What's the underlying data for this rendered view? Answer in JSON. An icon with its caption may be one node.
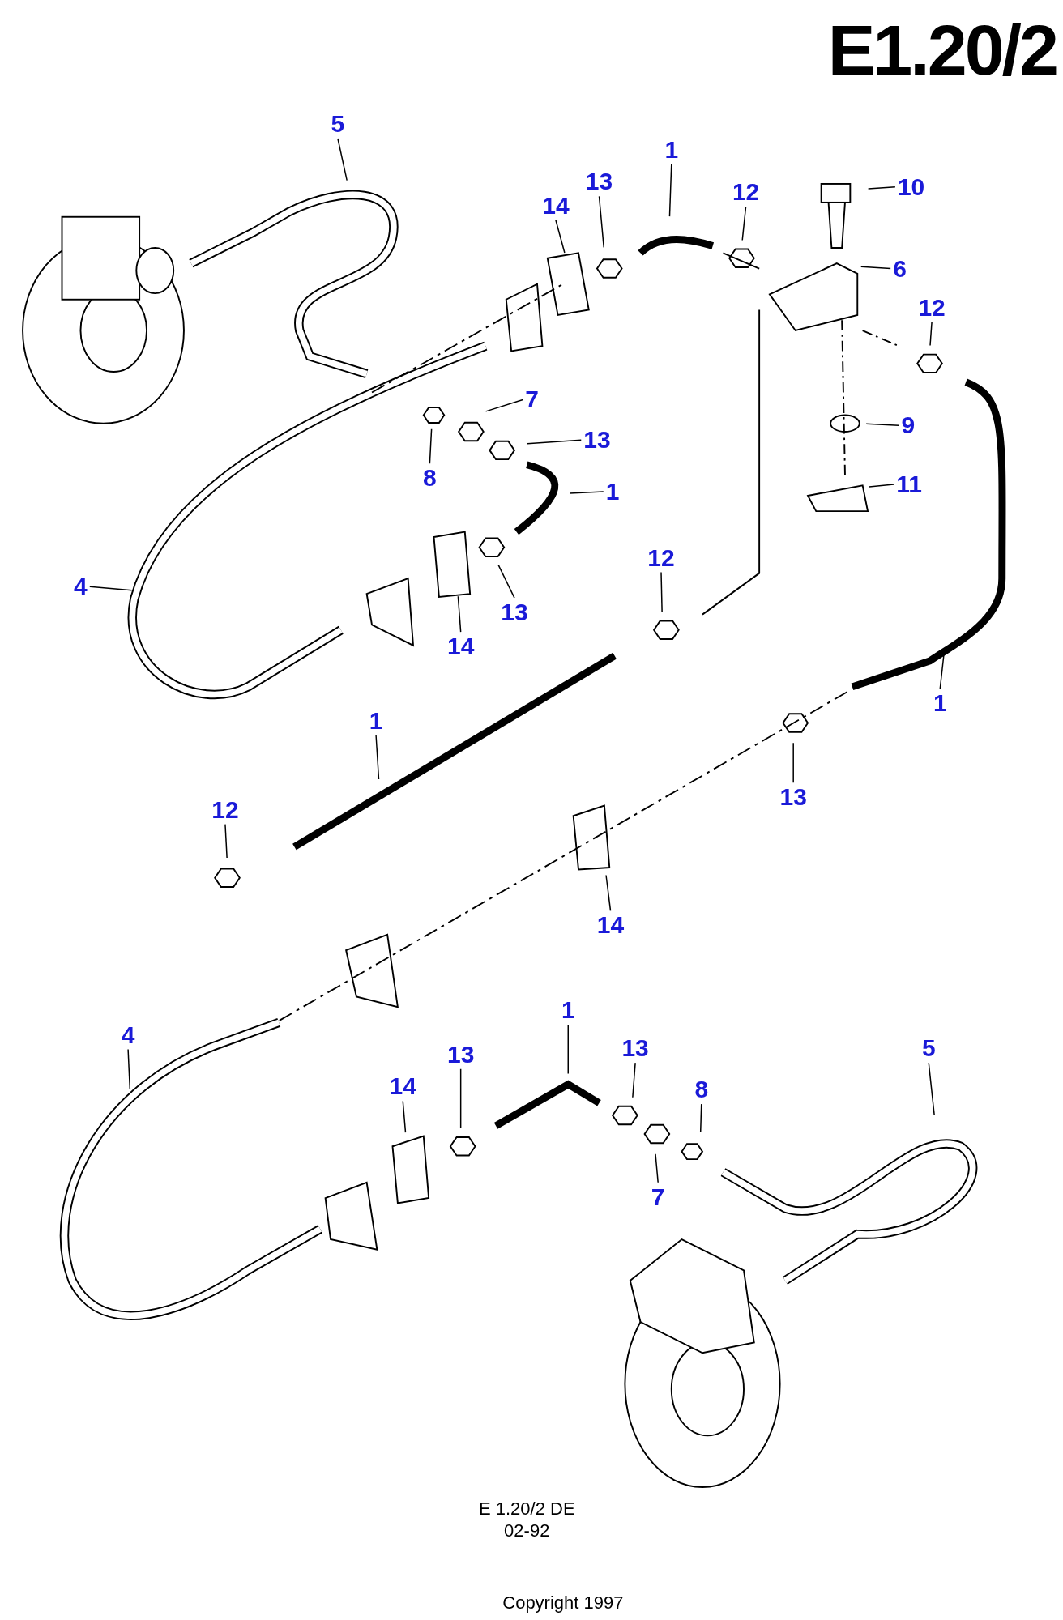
{
  "diagram": {
    "title": "E1.20/2",
    "nodes": [
      {
        "text": [
          "5"
        ]
      },
      {
        "text": [
          "1"
        ]
      },
      {
        "text": [
          "13"
        ]
      },
      {
        "text": [
          "14"
        ]
      },
      {
        "text": [
          "12"
        ]
      },
      {
        "text": [
          "10"
        ]
      },
      {
        "text": [
          "6"
        ]
      },
      {
        "text": [
          "12"
        ]
      },
      {
        "text": [
          "7"
        ]
      },
      {
        "text": [
          "13"
        ]
      },
      {
        "text": [
          "8"
        ]
      },
      {
        "text": [
          "9"
        ]
      },
      {
        "text": [
          "1"
        ]
      },
      {
        "text": [
          "11"
        ]
      },
      {
        "text": [
          "4"
        ]
      },
      {
        "text": [
          "12"
        ]
      },
      {
        "text": [
          "13"
        ]
      },
      {
        "text": [
          "14"
        ]
      },
      {
        "text": [
          "1"
        ]
      },
      {
        "text": [
          "1"
        ]
      },
      {
        "text": [
          "12"
        ]
      },
      {
        "text": [
          "13"
        ]
      },
      {
        "text": [
          "14"
        ]
      },
      {
        "text": [
          "4"
        ]
      },
      {
        "text": [
          "1"
        ]
      },
      {
        "text": [
          "13"
        ]
      },
      {
        "text": [
          "5"
        ]
      },
      {
        "text": [
          "14"
        ]
      },
      {
        "text": [
          "13"
        ]
      },
      {
        "text": [
          "8"
        ]
      },
      {
        "text": [
          "7"
        ]
      }
    ],
    "edges": [
      {
        "from": 0,
        "to": null,
        "arrow": "none"
      },
      {
        "from": 1,
        "to": null,
        "arrow": "none"
      },
      {
        "from": 2,
        "to": null,
        "arrow": "none"
      },
      {
        "from": 3,
        "to": null,
        "arrow": "none"
      },
      {
        "from": 4,
        "to": null,
        "arrow": "none"
      },
      {
        "from": 5,
        "to": null,
        "arrow": "none"
      },
      {
        "from": 6,
        "to": null,
        "arrow": "none"
      },
      {
        "from": 7,
        "to": null,
        "arrow": "none"
      },
      {
        "from": 8,
        "to": null,
        "arrow": "none"
      },
      {
        "from": 9,
        "to": null,
        "arrow": "none"
      },
      {
        "from": 10,
        "to": null,
        "arrow": "none"
      },
      {
        "from": 11,
        "to": null,
        "arrow": "none"
      },
      {
        "from": 12,
        "to": null,
        "arrow": "none"
      },
      {
        "from": 13,
        "to": null,
        "arrow": "none"
      },
      {
        "from": 14,
        "to": null,
        "arrow": "none"
      },
      {
        "from": 15,
        "to": null,
        "arrow": "none"
      },
      {
        "from": 16,
        "to": null,
        "arrow": "none"
      },
      {
        "from": 17,
        "to": null,
        "arrow": "none"
      },
      {
        "from": 18,
        "to": null,
        "arrow": "none"
      },
      {
        "from": 19,
        "to": null,
        "arrow": "none"
      },
      {
        "from": 20,
        "to": null,
        "arrow": "none"
      },
      {
        "from": 21,
        "to": null,
        "arrow": "none"
      },
      {
        "from": 22,
        "to": null,
        "arrow": "none"
      },
      {
        "from": 23,
        "to": null,
        "arrow": "none"
      },
      {
        "from": 24,
        "to": null,
        "arrow": "none"
      },
      {
        "from": 25,
        "to": null,
        "arrow": "none"
      },
      {
        "from": 26,
        "to": null,
        "arrow": "none"
      },
      {
        "from": 27,
        "to": null,
        "arrow": "none"
      },
      {
        "from": 28,
        "to": null,
        "arrow": "none"
      },
      {
        "from": 29,
        "to": null,
        "arrow": "none"
      },
      {
        "from": 30,
        "to": null,
        "arrow": "none"
      }
    ],
    "labels": [
      "E 1.20/2 DE",
      "02-92",
      "Copyright 1997"
    ]
  }
}
